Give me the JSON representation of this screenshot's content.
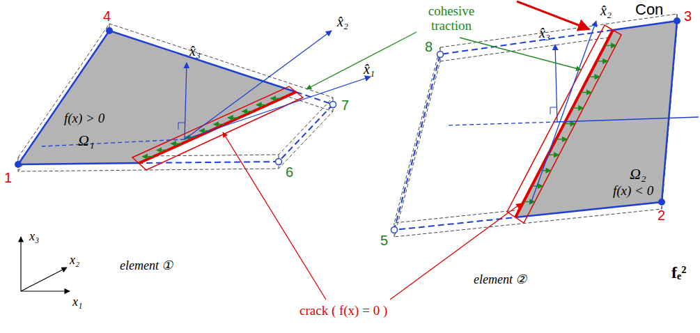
{
  "diagram": {
    "labels": [
      "Con",
      "cohesive traction",
      "x̂₃",
      "x̂₂",
      "4",
      "f(x) > 0",
      "Ω₁",
      "x̂₁",
      "7",
      "1",
      "6",
      "element ①",
      "crack ( f(x) = 0 )",
      "x₃",
      "x₂",
      "x₁",
      "x̂₂",
      "3",
      "x̂₃",
      "8",
      "Ω₂",
      "f(x) < 0",
      "5",
      "element ②",
      "2",
      "fₑ²"
    ]
  }
}
